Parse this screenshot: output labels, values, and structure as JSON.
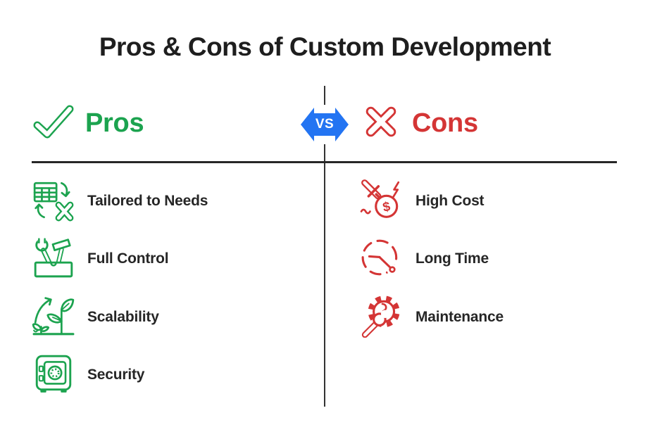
{
  "title": "Pros & Cons of Custom Development",
  "vs_badge": {
    "label": "VS"
  },
  "pros": {
    "heading": "Pros",
    "items": [
      {
        "label": "Tailored to Needs",
        "icon": "spreadsheet-sync-icon"
      },
      {
        "label": "Full Control",
        "icon": "toolbox-icon"
      },
      {
        "label": "Scalability",
        "icon": "plant-growth-icon"
      },
      {
        "label": "Security",
        "icon": "safe-icon"
      }
    ]
  },
  "cons": {
    "heading": "Cons",
    "items": [
      {
        "label": "High Cost",
        "icon": "dagger-coin-icon"
      },
      {
        "label": "Long Time",
        "icon": "dashed-clock-icon"
      },
      {
        "label": "Maintenance",
        "icon": "gear-wrench-icon"
      }
    ]
  },
  "icons": {
    "dollar_glyph": "$"
  },
  "colors": {
    "green": "#1ca34f",
    "red": "#d43535",
    "blue": "#2374f2",
    "text": "#262626",
    "title_text": "#1e1e1e",
    "line": "#333333"
  }
}
